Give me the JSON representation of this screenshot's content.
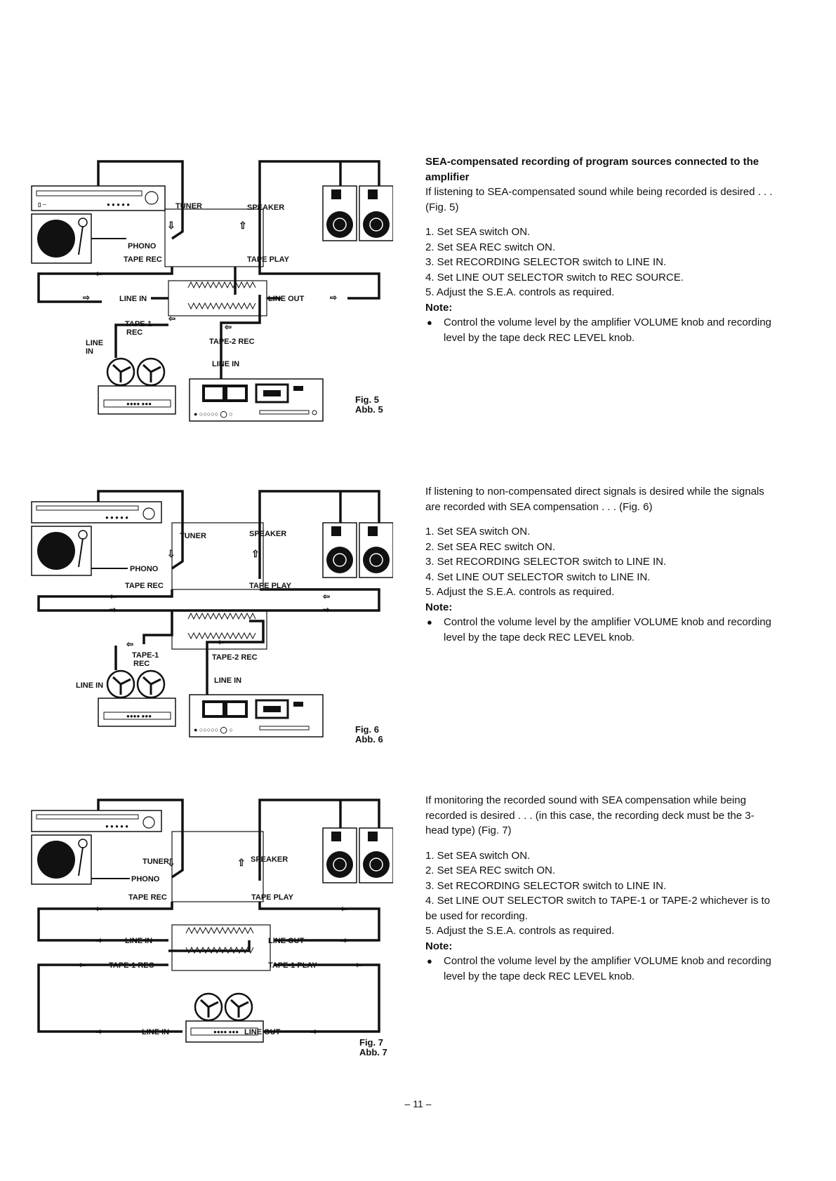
{
  "sections": [
    {
      "title": "SEA-compensated recording of program sources connected to the amplifier",
      "intro": "If listening to SEA-compensated sound while being recorded is desired . . . (Fig. 5)",
      "steps": [
        "1. Set SEA switch ON.",
        "2. Set SEA REC switch ON.",
        "3. Set RECORDING SELECTOR switch to LINE IN.",
        "4. Set LINE OUT SELECTOR switch to REC SOURCE.",
        "5. Adjust the S.E.A. controls as required."
      ],
      "note_label": "Note:",
      "note": "Control the volume level by the amplifier VOLUME knob and recording level by the tape deck REC LEVEL knob."
    },
    {
      "title": "",
      "intro": "If listening to non-compensated direct signals is desired while the signals are recorded with SEA compensation . . . (Fig. 6)",
      "steps": [
        "1. Set SEA switch ON.",
        "2. Set SEA REC switch ON.",
        "3. Set RECORDING SELECTOR switch to LINE IN.",
        "4. Set LINE OUT SELECTOR switch to LINE IN.",
        "5. Adjust the S.E.A. controls as required."
      ],
      "note_label": "Note:",
      "note": "Control the volume level by the amplifier VOLUME knob and recording level by the tape deck REC LEVEL knob."
    },
    {
      "title": "",
      "intro": "If monitoring the recorded sound with SEA compensation while being recorded is desired . . . (in this case, the recording deck must be the 3-head type) (Fig. 7)",
      "steps": [
        "1. Set SEA switch ON.",
        "2. Set SEA REC switch ON.",
        "3. Set RECORDING SELECTOR switch to LINE IN.",
        "4. Set LINE OUT SELECTOR switch to TAPE-1 or TAPE-2 whichever is to be used for recording.",
        "5. Adjust the S.E.A. controls as required."
      ],
      "note_label": "Note:",
      "note": "Control the volume level by the amplifier VOLUME knob and recording level by the tape deck REC LEVEL knob."
    }
  ],
  "figures": [
    {
      "fig": "Fig. 5",
      "abb": "Abb. 5",
      "labels": {
        "tuner": "TUNER",
        "speaker": "SPEAKER",
        "phono": "PHONO",
        "tape_rec": "TAPE REC",
        "tape_play": "TAPE PLAY",
        "line_in": "LINE IN",
        "line_out": "LINE OUT",
        "tape1_rec_a": "TAPE-1",
        "tape1_rec_b": "REC",
        "deck_line_a": "LINE",
        "deck_line_b": "IN",
        "tape2_rec": "TAPE-2 REC",
        "cass_line_in": "LINE IN"
      }
    },
    {
      "fig": "Fig. 6",
      "abb": "Abb. 6",
      "labels": {
        "tuner": "TUNER",
        "speaker": "SPEAKER",
        "phono": "PHONO",
        "tape_rec": "TAPE REC",
        "tape_play": "TAPE PLAY",
        "tape1_rec_a": "TAPE-1",
        "tape1_rec_b": "REC",
        "deck_line_in": "LINE IN",
        "tape2_rec": "TAPE-2 REC",
        "cass_line_in": "LINE IN"
      }
    },
    {
      "fig": "Fig. 7",
      "abb": "Abb. 7",
      "labels": {
        "tuner": "TUNER",
        "speaker": "SPEAKER",
        "phono": "PHONO",
        "tape_rec": "TAPE REC",
        "tape_play": "TAPE PLAY",
        "line_in": "LINE IN",
        "line_out": "LINE OUT",
        "tape1_rec": "TAPE-1 REC",
        "tape1_play": "TAPE-1 PLAY",
        "deck_line_in": "LINE IN",
        "deck_line_out": "LINE OUT"
      }
    }
  ],
  "page_number": "– 11 –"
}
